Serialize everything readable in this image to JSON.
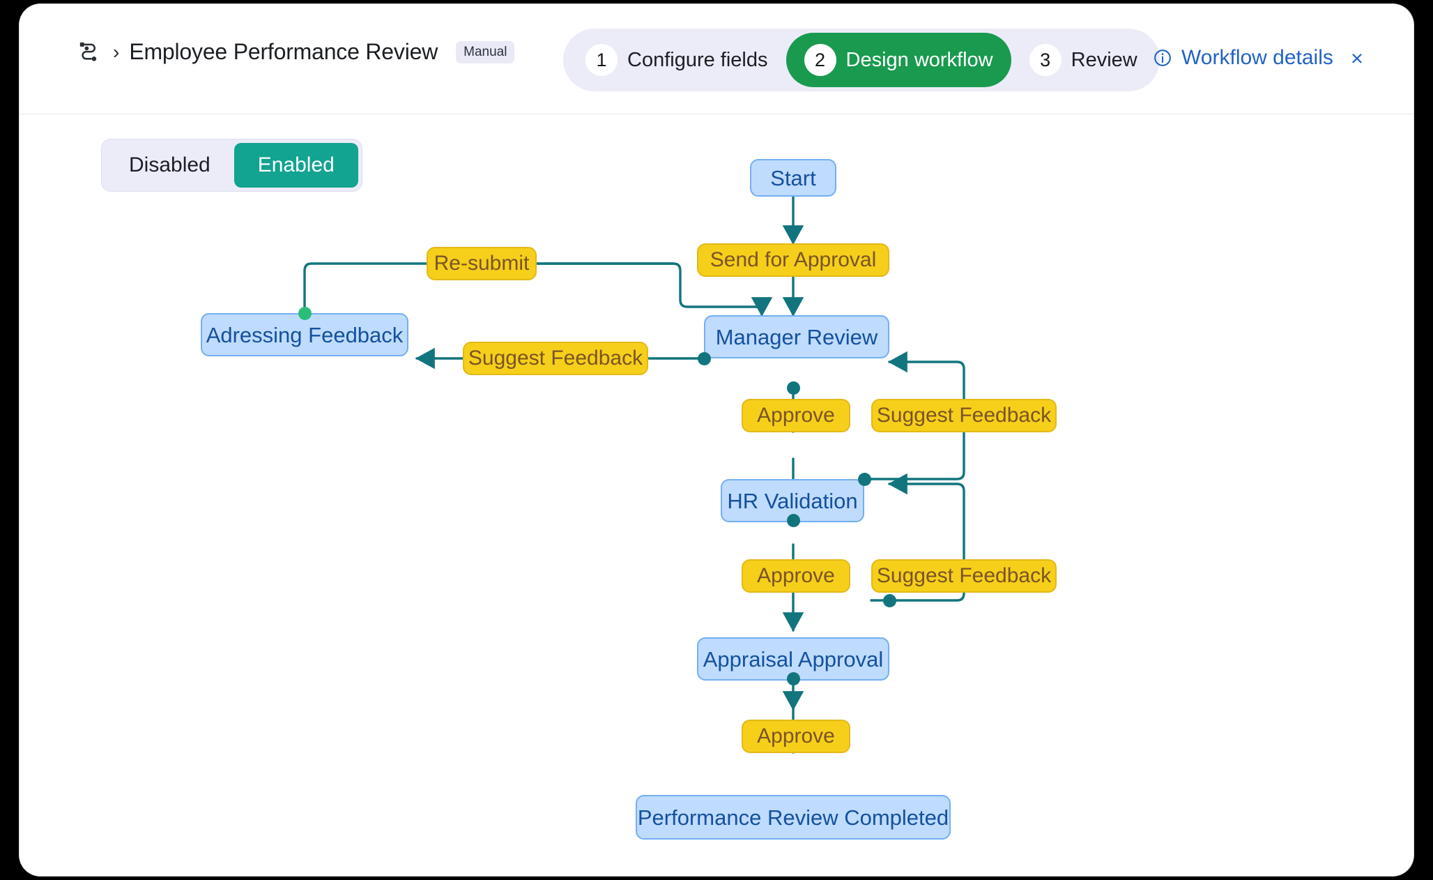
{
  "window": {
    "header": {
      "workflow_icon": "workflow-nodes-icon",
      "breadcrumb_separator": "›",
      "title": "Employee Performance Review",
      "badge": "Manual",
      "stepper": [
        {
          "num": "1",
          "label": "Configure fields",
          "active": false
        },
        {
          "num": "2",
          "label": "Design workflow",
          "active": true
        },
        {
          "num": "3",
          "label": "Review",
          "active": false
        }
      ],
      "details": {
        "info_icon": "info-circle-icon",
        "label": "Workflow details",
        "close_icon": "×"
      }
    },
    "toolbar": {
      "toggle": {
        "disabled_label": "Disabled",
        "enabled_label": "Enabled",
        "selected": "Enabled"
      }
    }
  },
  "colors": {
    "accent_green": "#199a4f",
    "toggle_green": "#12a391",
    "link_blue": "#2163c4",
    "node_fill": "#bfdbfd",
    "node_border": "#73aff3",
    "node_text": "#14519e",
    "label_fill": "#f6cf1a",
    "label_border": "#e2b916",
    "label_text": "#7a5426",
    "edge": "#12757e",
    "handle_green": "#2bbd78"
  },
  "diagram": {
    "type": "flowchart",
    "nodes": [
      {
        "id": "start",
        "label": "Start"
      },
      {
        "id": "addressing",
        "label": "Adressing Feedback"
      },
      {
        "id": "manager",
        "label": "Manager Review"
      },
      {
        "id": "hr",
        "label": "HR Validation"
      },
      {
        "id": "appraisal",
        "label": "Appraisal Approval"
      },
      {
        "id": "completed",
        "label": "Performance Review Completed"
      }
    ],
    "edge_labels": [
      {
        "id": "send_approval",
        "label": "Send for Approval",
        "from": "start",
        "to": "manager"
      },
      {
        "id": "resubmit",
        "label": "Re-submit",
        "from": "addressing",
        "to": "manager"
      },
      {
        "id": "suggest_mgr",
        "label": "Suggest Feedback",
        "from": "manager",
        "to": "addressing"
      },
      {
        "id": "approve_mgr",
        "label": "Approve",
        "from": "manager",
        "to": "hr"
      },
      {
        "id": "suggest_hr",
        "label": "Suggest Feedback",
        "from": "hr",
        "to": "manager"
      },
      {
        "id": "approve_hr",
        "label": "Approve",
        "from": "hr",
        "to": "appraisal"
      },
      {
        "id": "suggest_appr",
        "label": "Suggest Feedback",
        "from": "appraisal",
        "to": "hr"
      },
      {
        "id": "approve_appr",
        "label": "Approve",
        "from": "appraisal",
        "to": "completed"
      }
    ]
  }
}
